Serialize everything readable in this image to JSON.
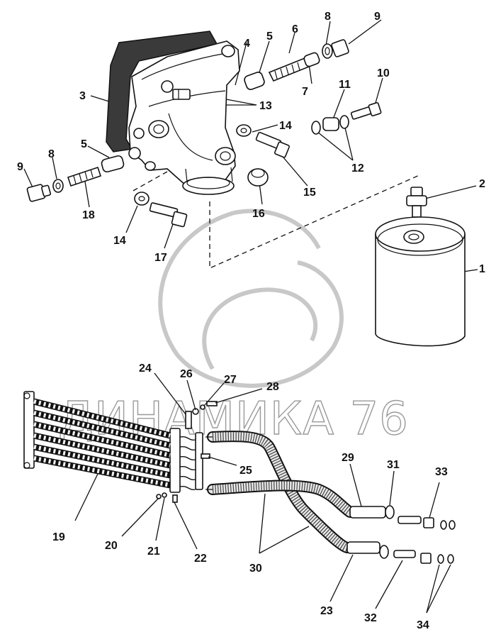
{
  "watermark": {
    "text": "ДИНАМИКА 76"
  },
  "labels": [
    {
      "id": "1",
      "text": "1"
    },
    {
      "id": "2",
      "text": "2"
    },
    {
      "id": "3",
      "text": "3"
    },
    {
      "id": "4",
      "text": "4"
    },
    {
      "id": "5a",
      "text": "5"
    },
    {
      "id": "5b",
      "text": "5"
    },
    {
      "id": "6",
      "text": "6"
    },
    {
      "id": "7",
      "text": "7"
    },
    {
      "id": "8a",
      "text": "8"
    },
    {
      "id": "8b",
      "text": "8"
    },
    {
      "id": "9a",
      "text": "9"
    },
    {
      "id": "9b",
      "text": "9"
    },
    {
      "id": "10",
      "text": "10"
    },
    {
      "id": "11",
      "text": "11"
    },
    {
      "id": "12",
      "text": "12"
    },
    {
      "id": "13",
      "text": "13"
    },
    {
      "id": "14a",
      "text": "14"
    },
    {
      "id": "14b",
      "text": "14"
    },
    {
      "id": "15",
      "text": "15"
    },
    {
      "id": "16",
      "text": "16"
    },
    {
      "id": "17",
      "text": "17"
    },
    {
      "id": "18",
      "text": "18"
    },
    {
      "id": "19",
      "text": "19"
    },
    {
      "id": "20",
      "text": "20"
    },
    {
      "id": "21",
      "text": "21"
    },
    {
      "id": "22",
      "text": "22"
    },
    {
      "id": "23",
      "text": "23"
    },
    {
      "id": "24",
      "text": "24"
    },
    {
      "id": "25",
      "text": "25"
    },
    {
      "id": "26",
      "text": "26"
    },
    {
      "id": "27",
      "text": "27"
    },
    {
      "id": "28",
      "text": "28"
    },
    {
      "id": "29",
      "text": "29"
    },
    {
      "id": "30",
      "text": "30"
    },
    {
      "id": "31",
      "text": "31"
    },
    {
      "id": "32",
      "text": "32"
    },
    {
      "id": "33",
      "text": "33"
    },
    {
      "id": "34",
      "text": "34"
    }
  ]
}
